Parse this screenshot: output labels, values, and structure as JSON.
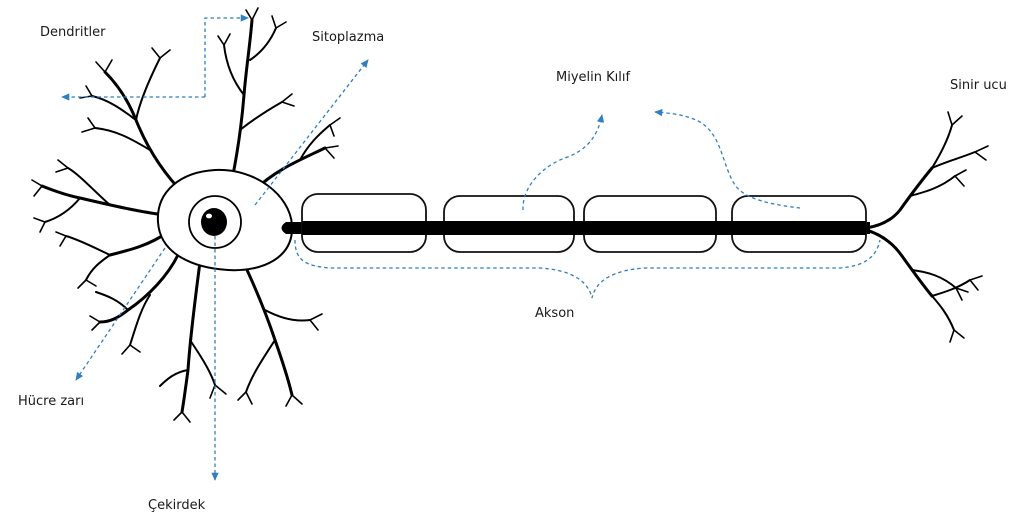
{
  "diagram": {
    "labels": {
      "dendrites": "Dendritler",
      "cytoplasm": "Sitoplazma",
      "myelin": "Miyelin Kılıf",
      "nerve_ending": "Sinir ucu",
      "membrane": "Hücre zarı",
      "axon": "Akson",
      "nucleus": "Çekirdek"
    },
    "colors": {
      "leader": "#2f7fc1",
      "ink": "#000000",
      "text": "#1a1a1a"
    }
  }
}
